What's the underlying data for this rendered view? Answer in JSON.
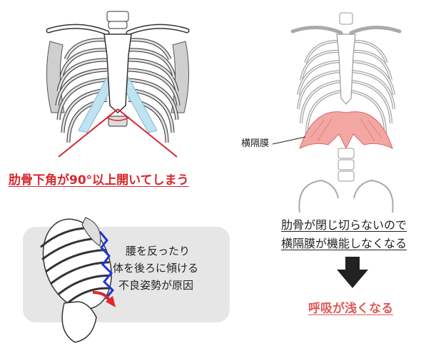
{
  "left_figure": {
    "caption": "肋骨下角が90°以上開いてしまう"
  },
  "right_figure": {
    "label": "横隔膜",
    "caption_line1": "肋骨が閉じ切らないので",
    "caption_line2": "横隔膜が機能しなくなる",
    "result": "呼吸が浅くなる"
  },
  "posture_box": {
    "line1": "腰を反ったり",
    "line2": "体を後ろに傾ける",
    "line3": "不良姿勢が原因"
  },
  "colors": {
    "accent_red": "#d8252b",
    "result_red": "#e05a57",
    "cartilage_blue": "#bfe3f2",
    "diaphragm_red": "#f2a7a3",
    "box_gray": "#e6e6e6",
    "spine_blue": "#2233dd"
  },
  "icons": [
    "arrow-down-icon",
    "curved-red-arrow-icon"
  ]
}
